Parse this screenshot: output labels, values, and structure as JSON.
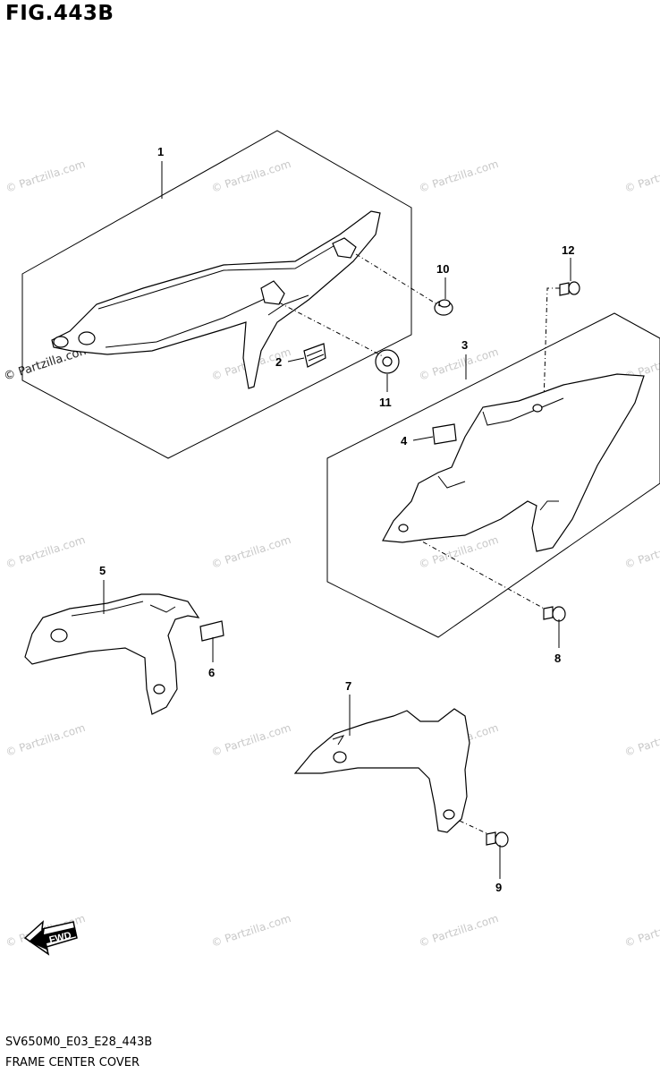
{
  "title": "FIG.443B",
  "footer": {
    "code": "SV650M0_E03_E28_443B",
    "name": "FRAME CENTER COVER"
  },
  "fwd_label": "FWD",
  "watermark": "© Partzilla.com",
  "callouts": {
    "c1": "1",
    "c2": "2",
    "c3": "3",
    "c4": "4",
    "c5": "5",
    "c6": "6",
    "c7": "7",
    "c8": "8",
    "c9": "9",
    "c10": "10",
    "c11": "11",
    "c12": "12"
  }
}
